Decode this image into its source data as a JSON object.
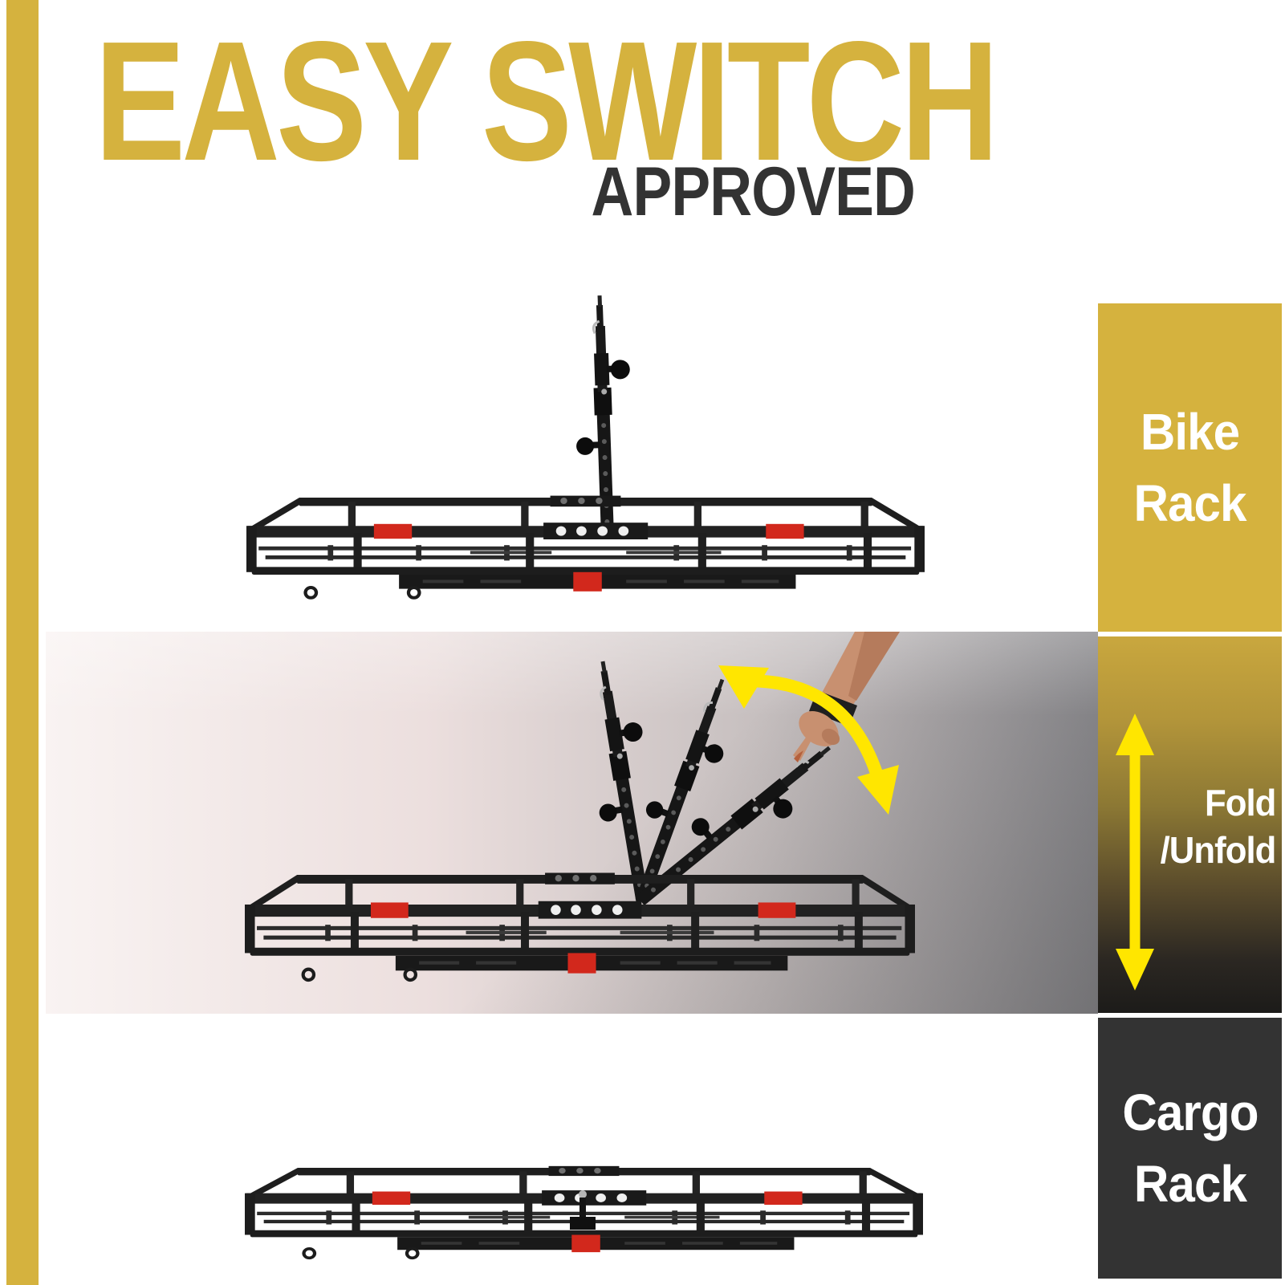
{
  "header": {
    "title": "EASY SWITCH",
    "subtitle": "APPROVED"
  },
  "sidebar": {
    "bike_rack": {
      "line1": "Bike",
      "line2": "Rack"
    },
    "fold_unfold": {
      "line1": "Fold",
      "line2": "/Unfold"
    },
    "cargo_rack": {
      "line1": "Cargo",
      "line2": "Rack"
    }
  },
  "icons": {
    "fold_unfold_arrow": "double-vertical-arrow",
    "rotate_arrow": "curved-double-arrow",
    "hand": "pointing-hand"
  },
  "colors": {
    "gold": "#D5B23E",
    "arrow_yellow": "#FFE600",
    "approved_dark": "#333333",
    "cargo_box": "#333333",
    "accent_red": "#D2281C",
    "metal_black": "#1D1D1D",
    "label_white": "#FFFFFF"
  }
}
